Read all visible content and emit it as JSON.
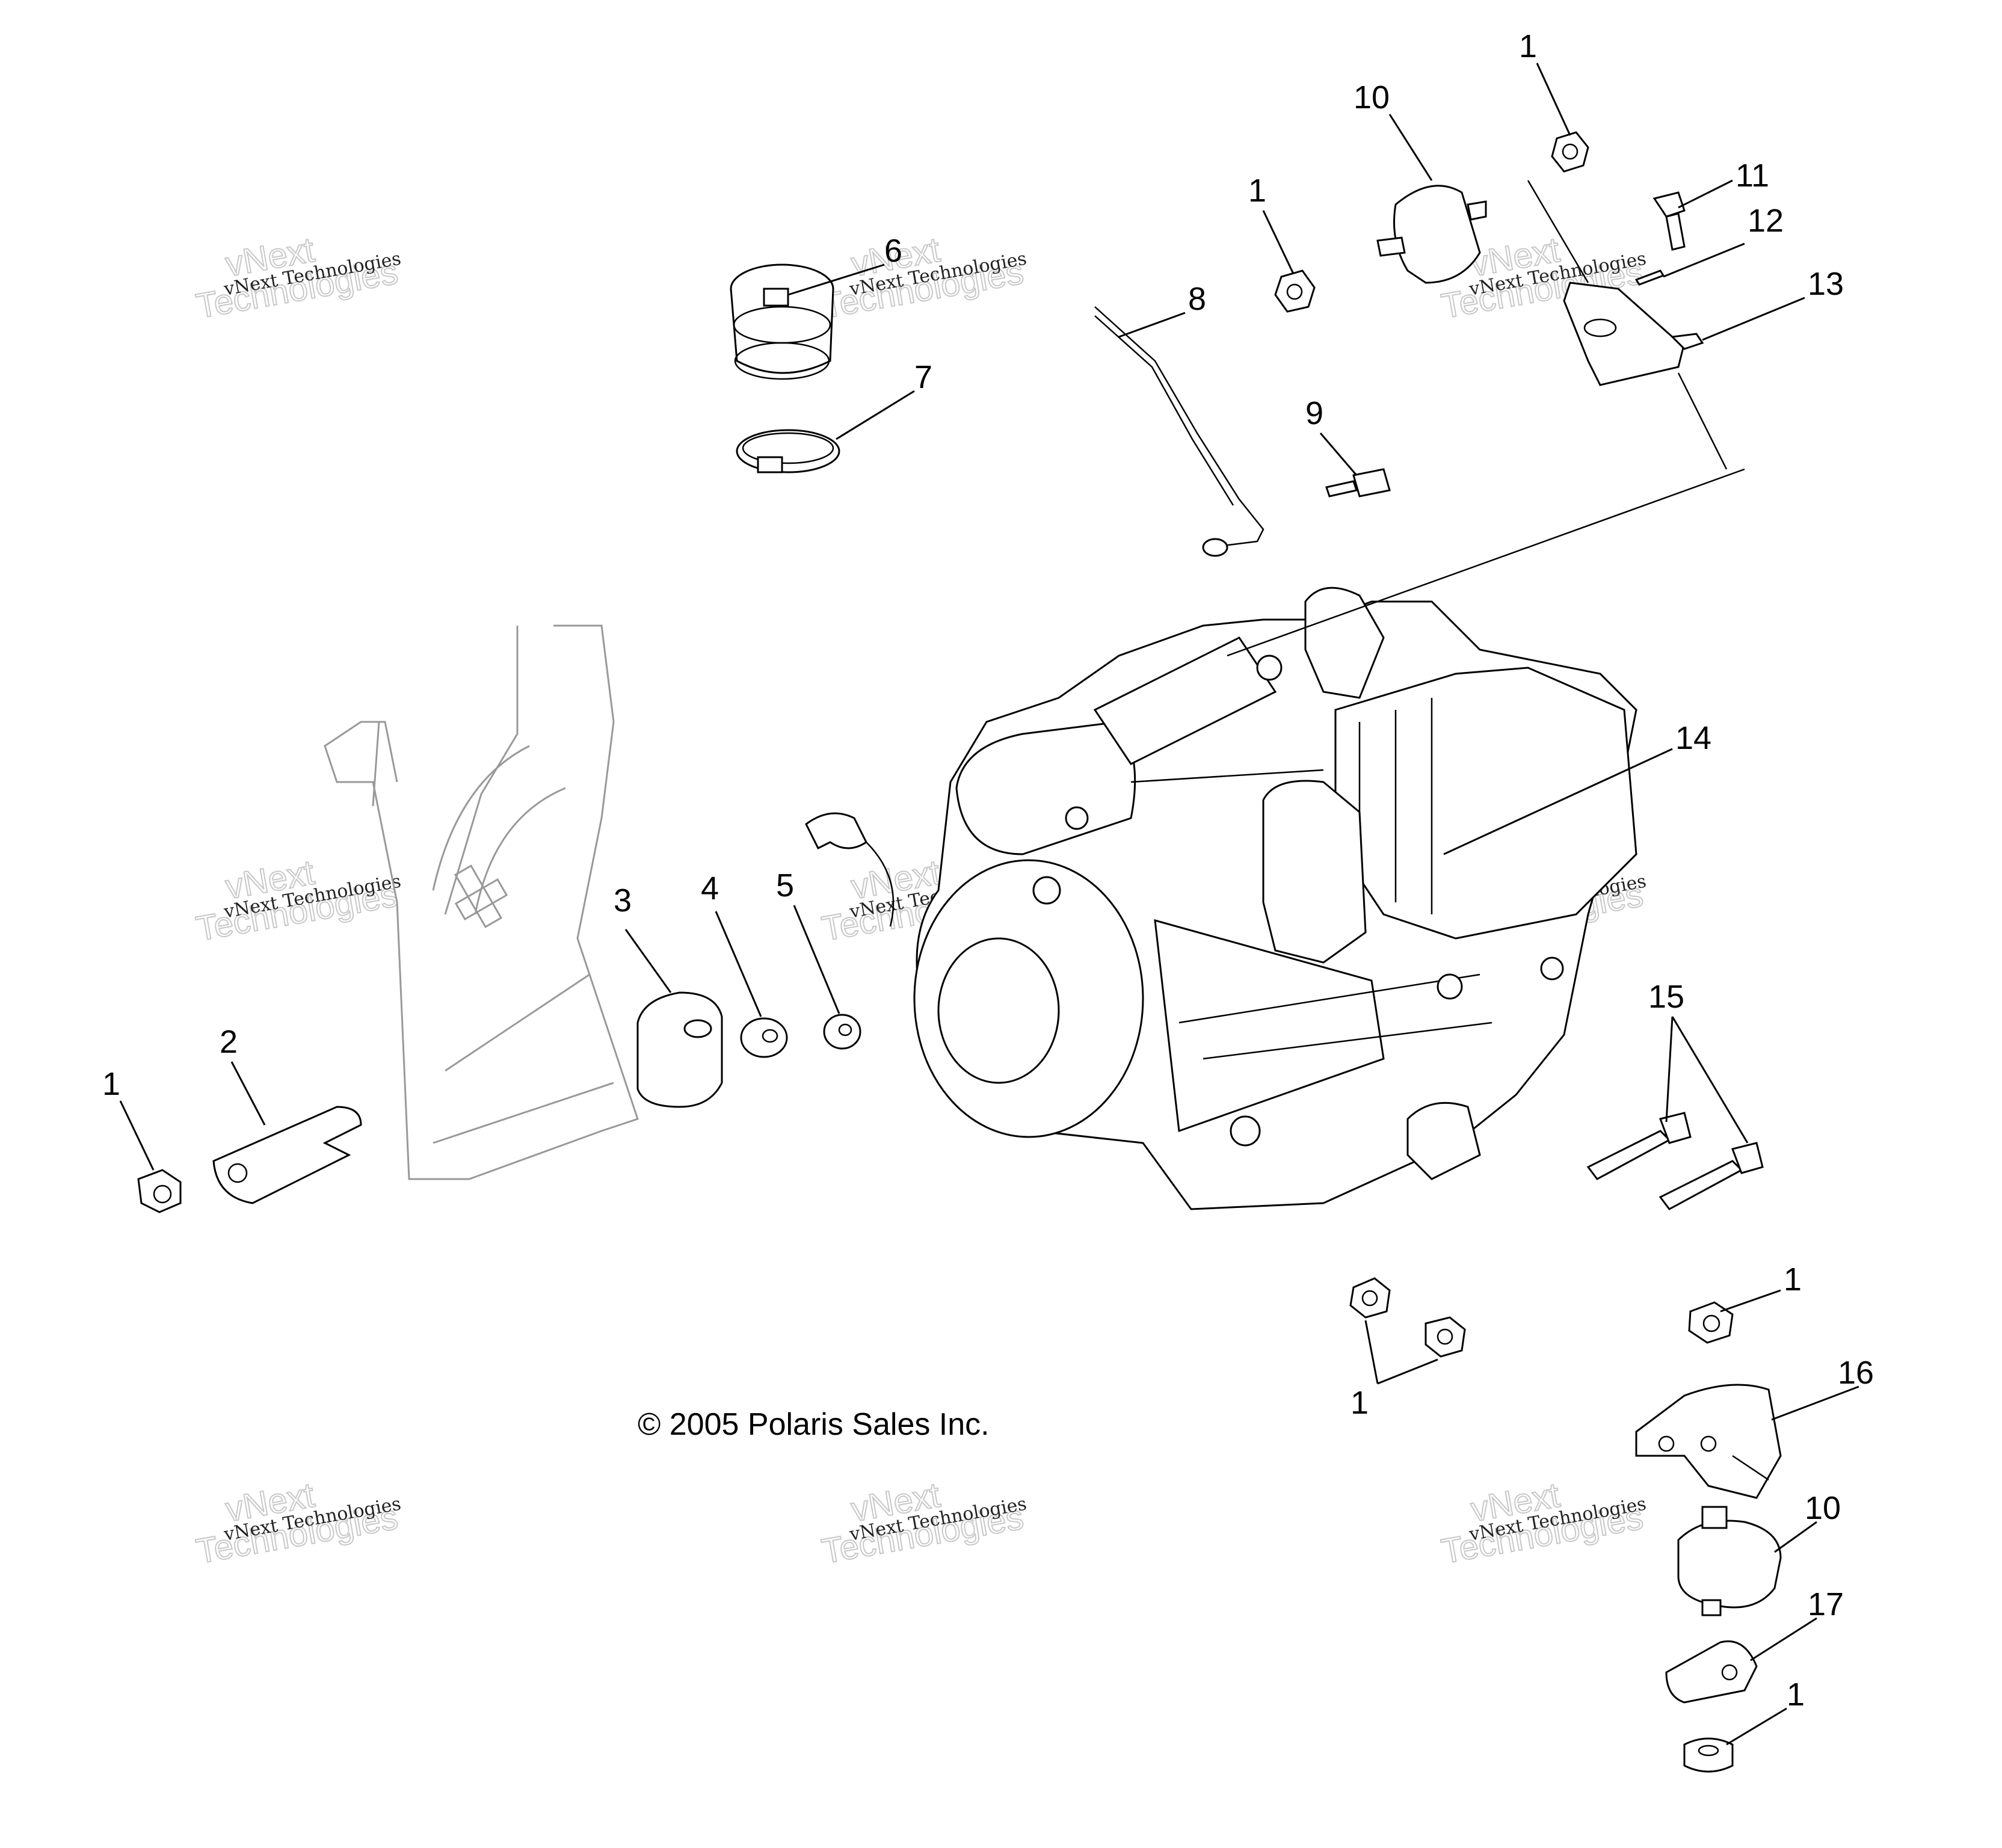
{
  "copyright": "© 2005 Polaris Sales Inc.",
  "watermark": {
    "line1": "vNext",
    "line2": "Technologies",
    "small": "vNext Technologies"
  },
  "callouts": {
    "nut_top_right": "1",
    "mount_top": "10",
    "nut_top_mid": "1",
    "bolt_11": "11",
    "clip_12": "12",
    "bracket_13": "13",
    "boot_6": "6",
    "rod_8": "8",
    "clamp_7": "7",
    "bolt_9": "9",
    "engine_14": "14",
    "mount_3": "3",
    "washer_4": "4",
    "washer_5": "5",
    "bracket_2": "2",
    "nut_left": "1",
    "bolts_15": "15",
    "nut_right_mid": "1",
    "nuts_bottom": "1",
    "bracket_16": "16",
    "mount_bottom": "10",
    "plate_17": "17",
    "nut_bottom": "1"
  }
}
